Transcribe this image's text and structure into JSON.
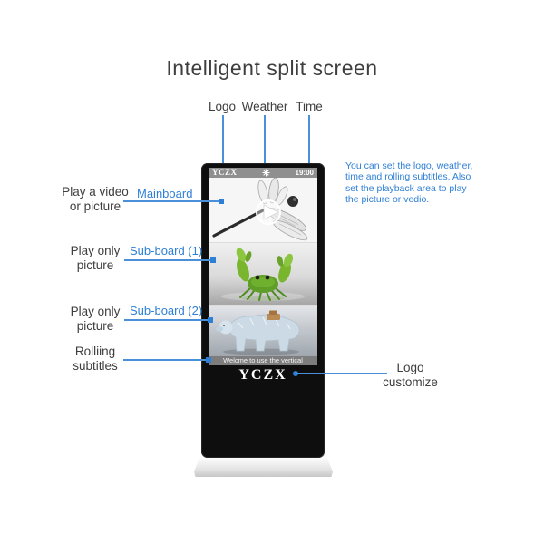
{
  "title": "Intelligent split screen",
  "colors": {
    "accent_blue": "#2e7fd6",
    "line_blue": "#4a90d9",
    "text_dark": "#3e3e3e",
    "kiosk_black": "#0e0e0e",
    "statusbar_gray": "#8f8f8f",
    "subtitle_bar_gray": "#7d7d7d"
  },
  "top_callouts": [
    {
      "label": "Logo"
    },
    {
      "label": "Weather"
    },
    {
      "label": "Time"
    }
  ],
  "kiosk": {
    "statusbar": {
      "brand": "YCZX",
      "weather_icon": "sun-weather-icon",
      "time": "19:00"
    },
    "sections": {
      "mainboard": "newspaper-dragonfly-sketch-with-play-button",
      "sub_board_1": "green-crab-picture",
      "sub_board_2": "ice-polar-bear-picture"
    },
    "subtitle_text": "Welcme to use the vertical",
    "bezel_logo": "YCZX"
  },
  "left_callouts": [
    {
      "line1": "Play a video",
      "line2": "or picture",
      "tag": "Mainboard"
    },
    {
      "line1": "Play only",
      "line2": "picture",
      "tag": "Sub-board (1)"
    },
    {
      "line1": "Play only",
      "line2": "picture",
      "tag": "Sub-board (2)"
    },
    {
      "line1": "Rolliing",
      "line2": "subtitles"
    }
  ],
  "right_note": {
    "lines": [
      "You can set the logo, weather,",
      "time and rolling subtitles. Also",
      "set the playback area to play",
      "the picture or vedio."
    ]
  },
  "logo_callout": {
    "line1": "Logo",
    "line2": "customize"
  }
}
